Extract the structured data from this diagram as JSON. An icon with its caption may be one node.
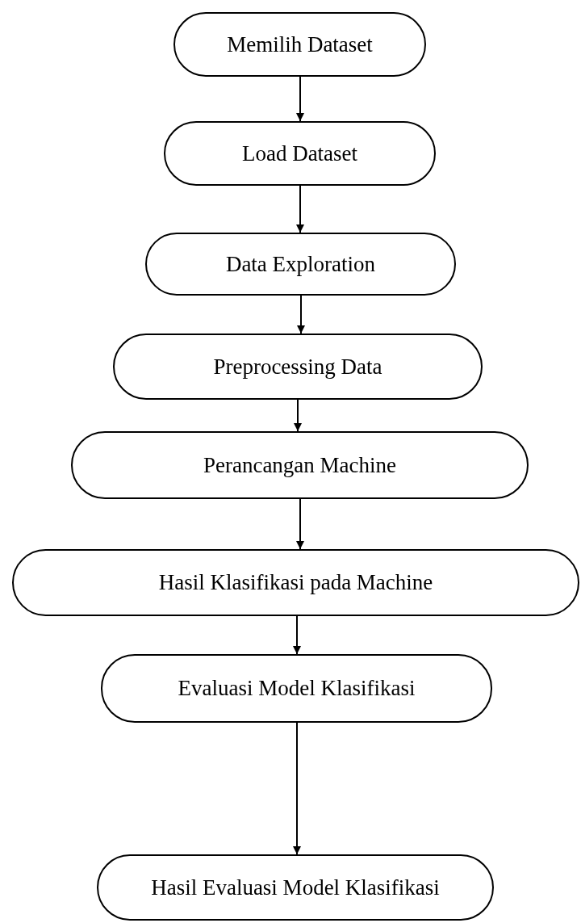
{
  "diagram": {
    "nodes": [
      {
        "text": [
          "Memilih Dataset"
        ]
      },
      {
        "text": [
          "Load Dataset"
        ]
      },
      {
        "text": [
          "Data Exploration"
        ]
      },
      {
        "text": [
          "Preprocessing Data"
        ]
      },
      {
        "text": [
          "Perancangan Machine"
        ]
      },
      {
        "text": [
          "Hasil Klasifikasi pada Machine"
        ]
      },
      {
        "text": [
          "Evaluasi Model Klasifikasi"
        ]
      },
      {
        "text": [
          "Hasil Evaluasi Model Klasifikasi"
        ]
      }
    ],
    "edges": [
      {
        "from": 0,
        "to": 1,
        "arrow": "to"
      },
      {
        "from": 1,
        "to": 2,
        "arrow": "to"
      },
      {
        "from": 2,
        "to": 3,
        "arrow": "to"
      },
      {
        "from": 3,
        "to": 4,
        "arrow": "to"
      },
      {
        "from": 4,
        "to": 5,
        "arrow": "to"
      },
      {
        "from": 5,
        "to": 6,
        "arrow": "to"
      },
      {
        "from": 6,
        "to": 7,
        "arrow": "to"
      }
    ]
  }
}
